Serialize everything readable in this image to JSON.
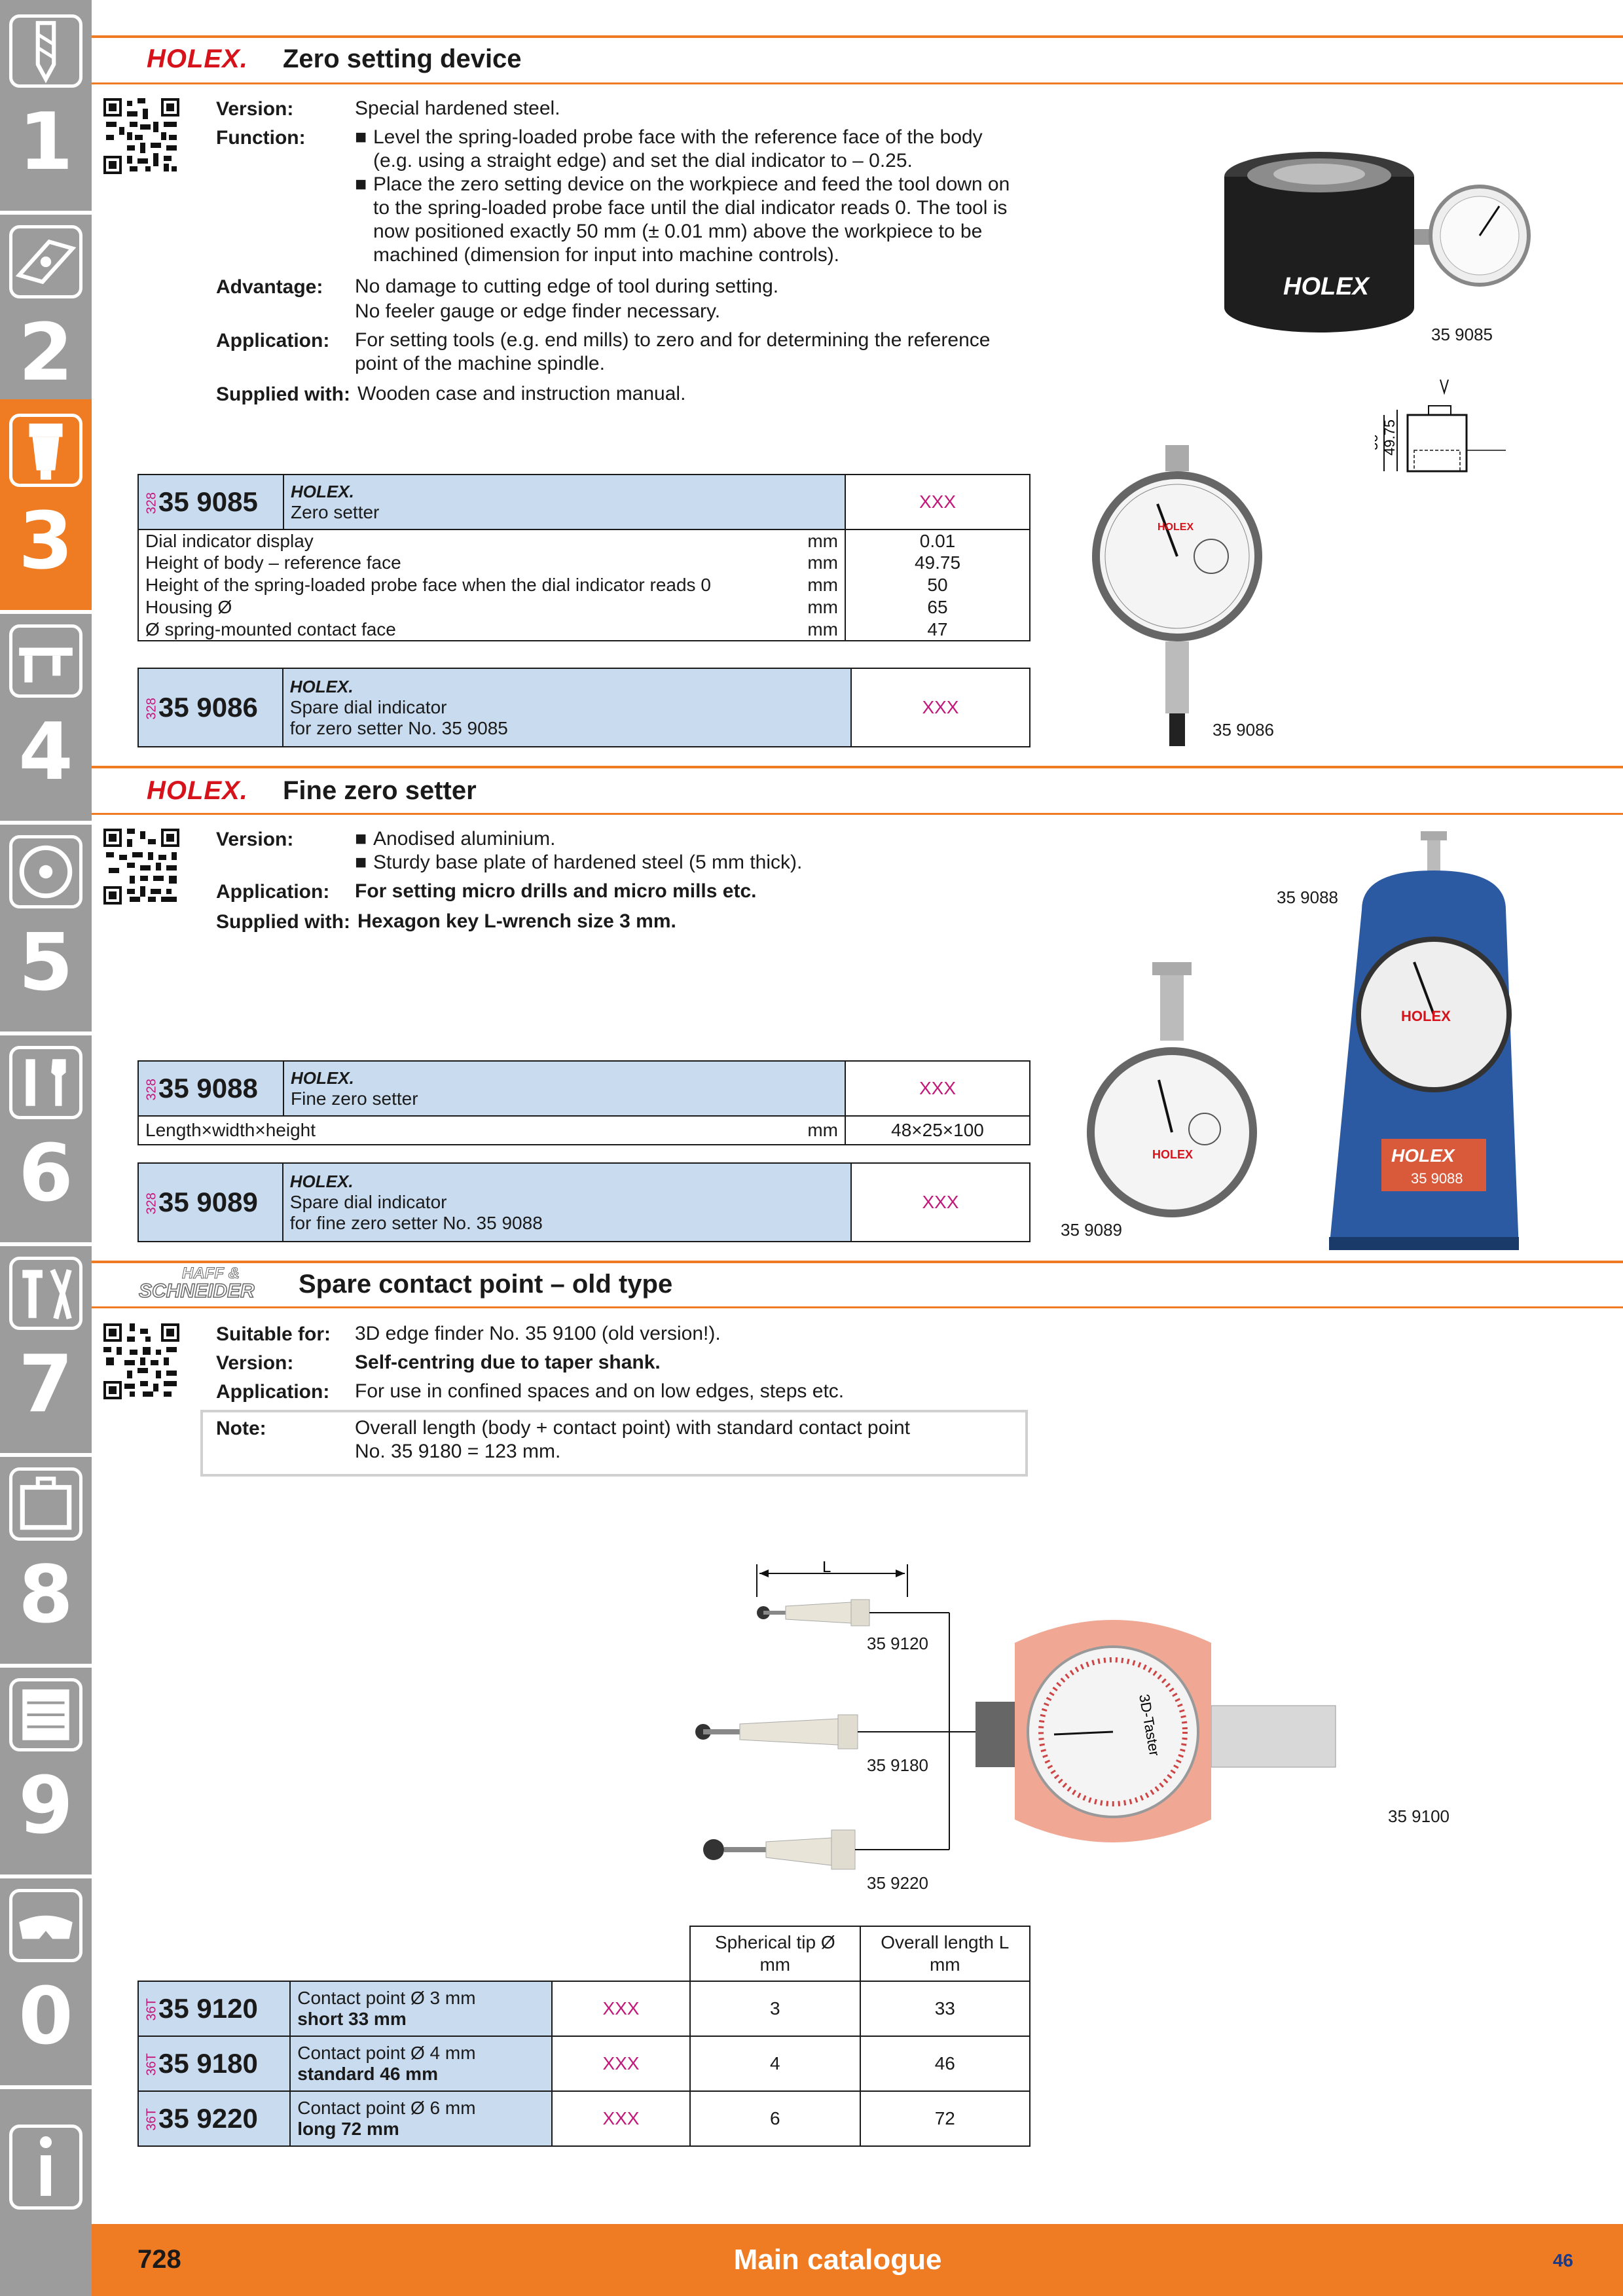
{
  "tabs": [
    "1",
    "2",
    "3",
    "4",
    "5",
    "6",
    "7",
    "8",
    "9",
    "0",
    "i"
  ],
  "active_tab": "3",
  "sec1": {
    "brand": "HOLEX.",
    "title": "Zero setting device",
    "version_label": "Version:",
    "version": "Special hardened steel.",
    "function_label": "Function:",
    "function_1": "Level the spring-loaded probe face with the reference face of the body",
    "function_1b": "(e.g. using a straight edge) and set the dial indicator to – 0.25.",
    "function_2": "Place the zero setting device on the workpiece and feed the tool down on",
    "function_2b": "to the spring-loaded probe face until the dial indicator reads 0. The tool is",
    "function_2c": "now positioned exactly 50 mm (± 0.01 mm) above the workpiece to be",
    "function_2d": "machined (dimension for input into machine controls).",
    "advantage_label": "Advantage:",
    "advantage_1": "No damage to cutting edge of tool during setting.",
    "advantage_2": "No feeler gauge or edge finder necessary.",
    "application_label": "Application:",
    "application_1": "For setting tools (e.g. end mills) to zero and for determining the reference",
    "application_2": "point of the machine spindle.",
    "supplied_label": "Supplied with:",
    "supplied": "Wooden case and instruction manual.",
    "img_label_1": "35 9085",
    "dim_50": "50",
    "dim_4975": "49.75",
    "img_label_2": "35 9086"
  },
  "t1": {
    "side": "328",
    "artno": "35 9085",
    "brand": "HOLEX.",
    "desc": "Zero setter",
    "price": "XXX",
    "rows": [
      {
        "label": "Dial indicator display",
        "unit": "mm",
        "value": "0.01"
      },
      {
        "label": "Height of body – reference face",
        "unit": "mm",
        "value": "49.75"
      },
      {
        "label": "Height of the spring-loaded probe face when the dial indicator reads 0",
        "unit": "mm",
        "value": "50"
      },
      {
        "label": "Housing Ø",
        "unit": "mm",
        "value": "65"
      },
      {
        "label": "Ø spring-mounted contact face",
        "unit": "mm",
        "value": "47"
      }
    ]
  },
  "t2": {
    "side": "328",
    "artno": "35 9086",
    "brand": "HOLEX.",
    "desc1": "Spare dial indicator",
    "desc2": "for zero setter No. 35 9085",
    "price": "XXX"
  },
  "sec2": {
    "brand": "HOLEX.",
    "title": "Fine zero setter",
    "version_label": "Version:",
    "version_1": "Anodised aluminium.",
    "version_2": "Sturdy base plate of hardened steel (5 mm thick).",
    "application_label": "Application:",
    "application": "For setting micro drills and micro mills etc.",
    "supplied_label": "Supplied with:",
    "supplied": "Hexagon key L-wrench size 3 mm.",
    "img_label_1": "35 9088",
    "img_label_2": "35 9089",
    "fine_brand": "HOLEX",
    "fine_no": "35 9088"
  },
  "t3": {
    "side": "328",
    "artno": "35 9088",
    "brand": "HOLEX.",
    "desc": "Fine zero setter",
    "price": "XXX",
    "row_label": "Length×width×height",
    "row_unit": "mm",
    "row_value": "48×25×100"
  },
  "t4": {
    "side": "328",
    "artno": "35 9089",
    "brand": "HOLEX.",
    "desc1": "Spare dial indicator",
    "desc2": "for fine zero setter No. 35 9088",
    "price": "XXX"
  },
  "sec3": {
    "brand_line1": "HAFF &",
    "brand_line2": "SCHNEIDER",
    "title": "Spare contact point – old type",
    "suitable_label": "Suitable for:",
    "suitable": "3D edge finder No. 35 9100 (old version!).",
    "version_label": "Version:",
    "version": "Self-centring due to taper shank.",
    "application_label": "Application:",
    "application": "For use in confined spaces and on low edges, steps etc.",
    "note_label": "Note:",
    "note_1": "Overall length (body +  contact point) with standard contact point",
    "note_2": "No. 35 9180 = 123 mm.",
    "dim_L": "L",
    "img_labels": [
      "35 9120",
      "35 9180",
      "35 9220",
      "35 9100"
    ],
    "dial_text": "3D-Taster"
  },
  "t5": {
    "head_1a": "Spherical tip Ø",
    "head_1b": "mm",
    "head_2a": "Overall length L",
    "head_2b": "mm",
    "rows": [
      {
        "side": "36T",
        "artno": "35 9120",
        "desc1": "Contact point Ø 3 mm",
        "desc2": "short 33 mm",
        "price": "XXX",
        "tip": "3",
        "length": "33"
      },
      {
        "side": "36T",
        "artno": "35 9180",
        "desc1": "Contact point Ø 4 mm",
        "desc2": "standard 46 mm",
        "price": "XXX",
        "tip": "4",
        "length": "46"
      },
      {
        "side": "36T",
        "artno": "35 9220",
        "desc1": "Contact point Ø 6 mm",
        "desc2": "long 72 mm",
        "price": "XXX",
        "tip": "6",
        "length": "72"
      }
    ]
  },
  "footer": {
    "page": "728",
    "title": "Main catalogue",
    "num": "46"
  },
  "colors": {
    "orange": "#ef7b22",
    "tab_grey": "#9c9c9c",
    "table_blue": "#c9dcef",
    "price_magenta": "#c2187a",
    "brand_red": "#d6121b"
  }
}
